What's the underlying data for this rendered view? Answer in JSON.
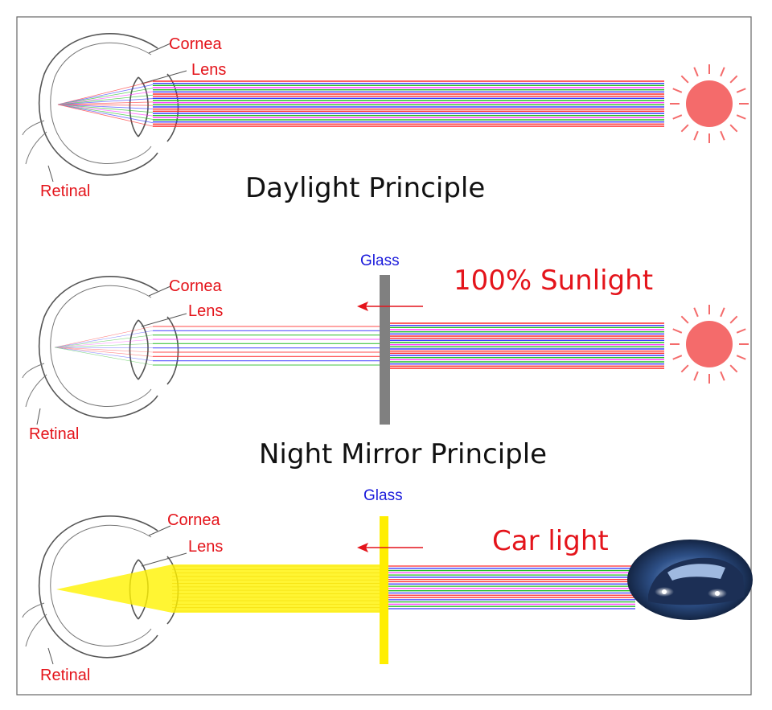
{
  "panel_top": {
    "title": "Daylight Principle",
    "labels": {
      "cornea": "Cornea",
      "lens": "Lens",
      "retinal": "Retinal"
    }
  },
  "panel_middle": {
    "title": "Night Mirror Principle",
    "glass_label": "Glass",
    "source_label": "100% Sunlight",
    "labels": {
      "cornea": "Cornea",
      "lens": "Lens",
      "retinal": "Retinal"
    }
  },
  "panel_bottom": {
    "glass_label": "Glass",
    "source_label": "Car light",
    "labels": {
      "cornea": "Cornea",
      "lens": "Lens",
      "retinal": "Retinal"
    }
  },
  "colors": {
    "ray_palette": [
      "#ff2a2a",
      "#3a3aff",
      "#22bb22",
      "#ff3cff",
      "#22bb22",
      "#3a3aff",
      "#ff2a2a"
    ],
    "sun": "#f46b6b",
    "glass_grey": "#808080",
    "glass_yellow": "#ffee00",
    "filtered_light": "#fff200",
    "label_red": "#e4141b",
    "label_blue": "#1a1adb"
  },
  "icons": {
    "light_source_top": "sun-icon",
    "light_source_middle": "sun-icon",
    "light_source_bottom": "car-headlights-icon"
  }
}
